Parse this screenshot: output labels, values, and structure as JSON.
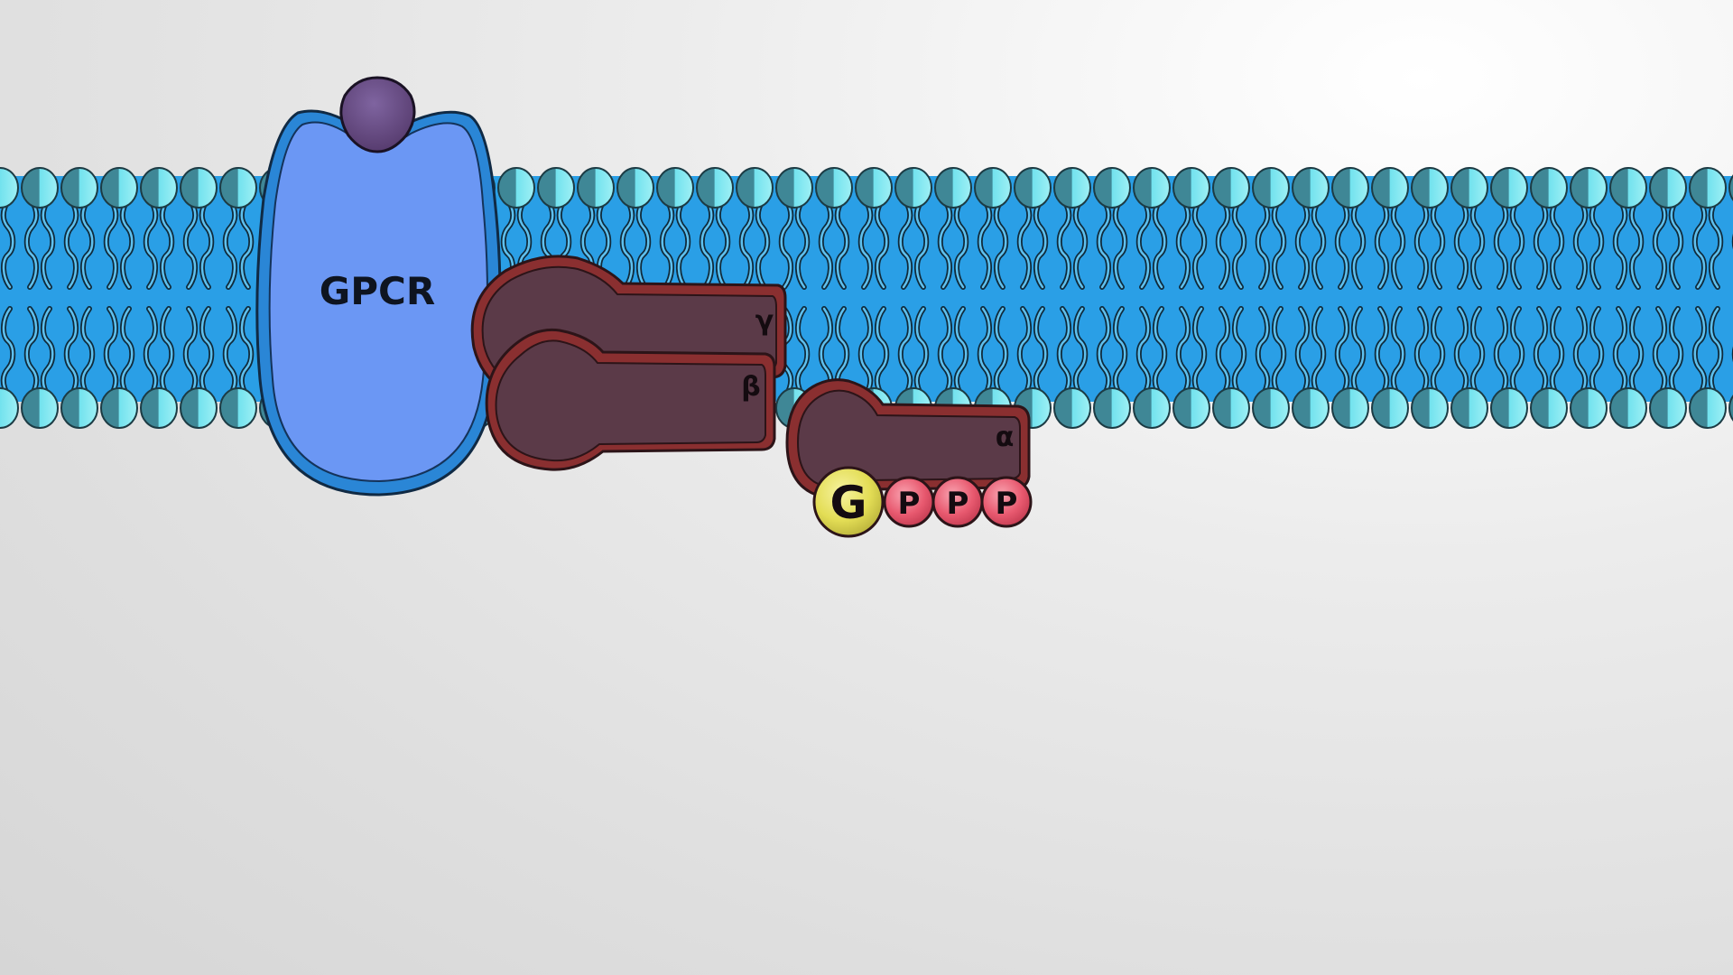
{
  "receptor": {
    "label": "GPCR"
  },
  "g_protein": {
    "gamma_label": "γ",
    "beta_label": "β",
    "alpha_label": "α"
  },
  "gtp": {
    "base_label": "G",
    "phosphate_labels": [
      "P",
      "P",
      "P"
    ]
  },
  "colors": {
    "membrane_core": "#2a9fe6",
    "head_light": "#72e2ee",
    "head_dark": "#3f8796",
    "receptor_fill": "#6b97f4",
    "receptor_rim": "#2a86d6",
    "ligand": "#6a4d87",
    "subunit_fill": "#5b3a48",
    "subunit_rim": "#8a2f30",
    "guanine": "#e6e05a",
    "phosphate": "#e85f76"
  }
}
